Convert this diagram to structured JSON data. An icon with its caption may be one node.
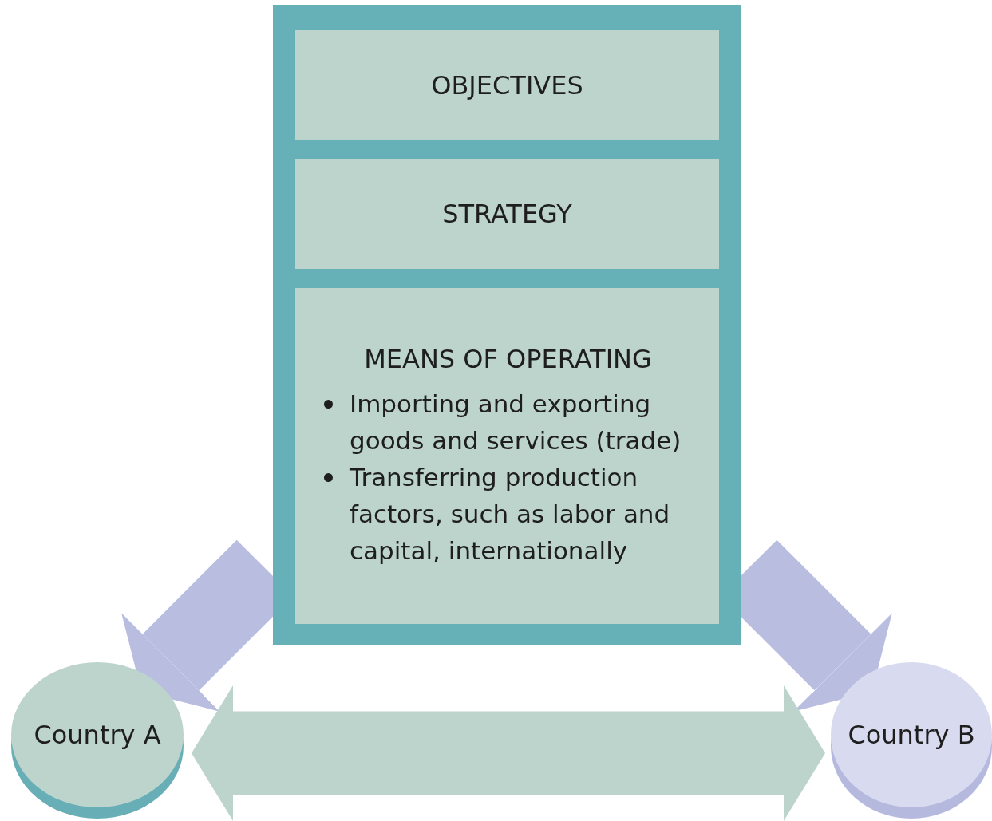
{
  "diagram": {
    "nodes": [
      {
        "text": [],
        "shape": "box"
      },
      {
        "text": [
          "OBJECTIVES"
        ],
        "in": 0
      },
      {
        "text": [
          "STRATEGY"
        ],
        "in": 0
      },
      {
        "text": [
          "MEANS OF OPERATING",
          "Importing and exporting goods and services (trade)",
          "Transferring production factors, such as labor and capital, internationally"
        ],
        "in": 0
      },
      {
        "text": [
          "Country A"
        ]
      },
      {
        "text": [
          "Country B"
        ]
      }
    ],
    "edges": [
      {
        "from": 0,
        "to": 4,
        "arrow": "to",
        "color": "#b9bde0"
      },
      {
        "from": 0,
        "to": 5,
        "arrow": "to",
        "color": "#b9bde0"
      },
      {
        "from": 4,
        "to": 5,
        "arrow": "both",
        "color": "#bdd4cc"
      }
    ]
  }
}
